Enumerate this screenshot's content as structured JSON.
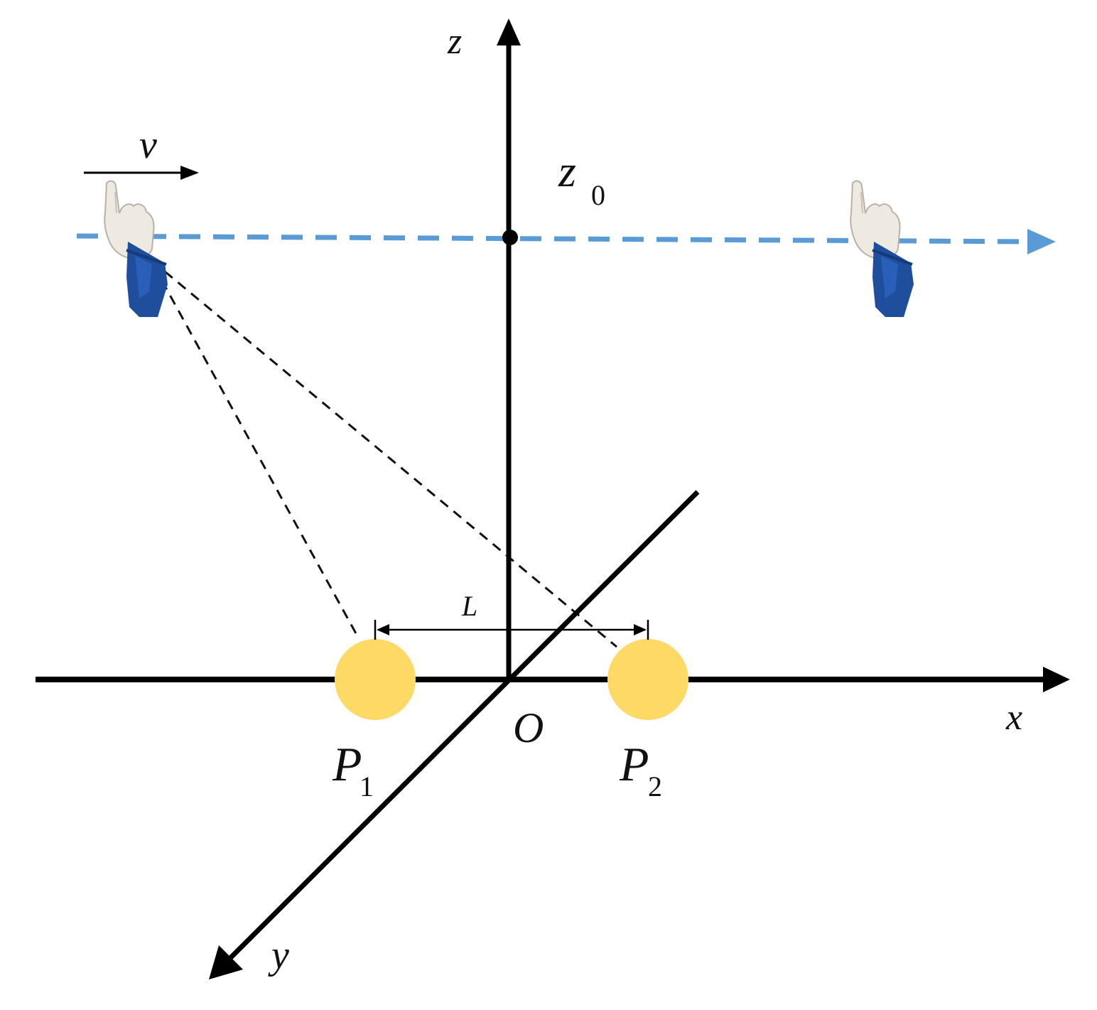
{
  "labels": {
    "z_axis": "z",
    "x_axis": "x",
    "y_axis": "y",
    "origin": "O",
    "velocity": "v",
    "height": "z",
    "height_sub": "0",
    "spacing": "L",
    "p1": "P",
    "p1_sub": "1",
    "p2": "P",
    "p2_sub": "2"
  },
  "icons": {
    "hand_left": "pointing-hand-icon",
    "hand_right": "pointing-hand-icon"
  },
  "colors": {
    "axis": "#000000",
    "trajectory": "#5b9bd5",
    "sensor": "#ffd966",
    "sleeve": "#1f4e9c",
    "glove": "#eeeae2"
  }
}
